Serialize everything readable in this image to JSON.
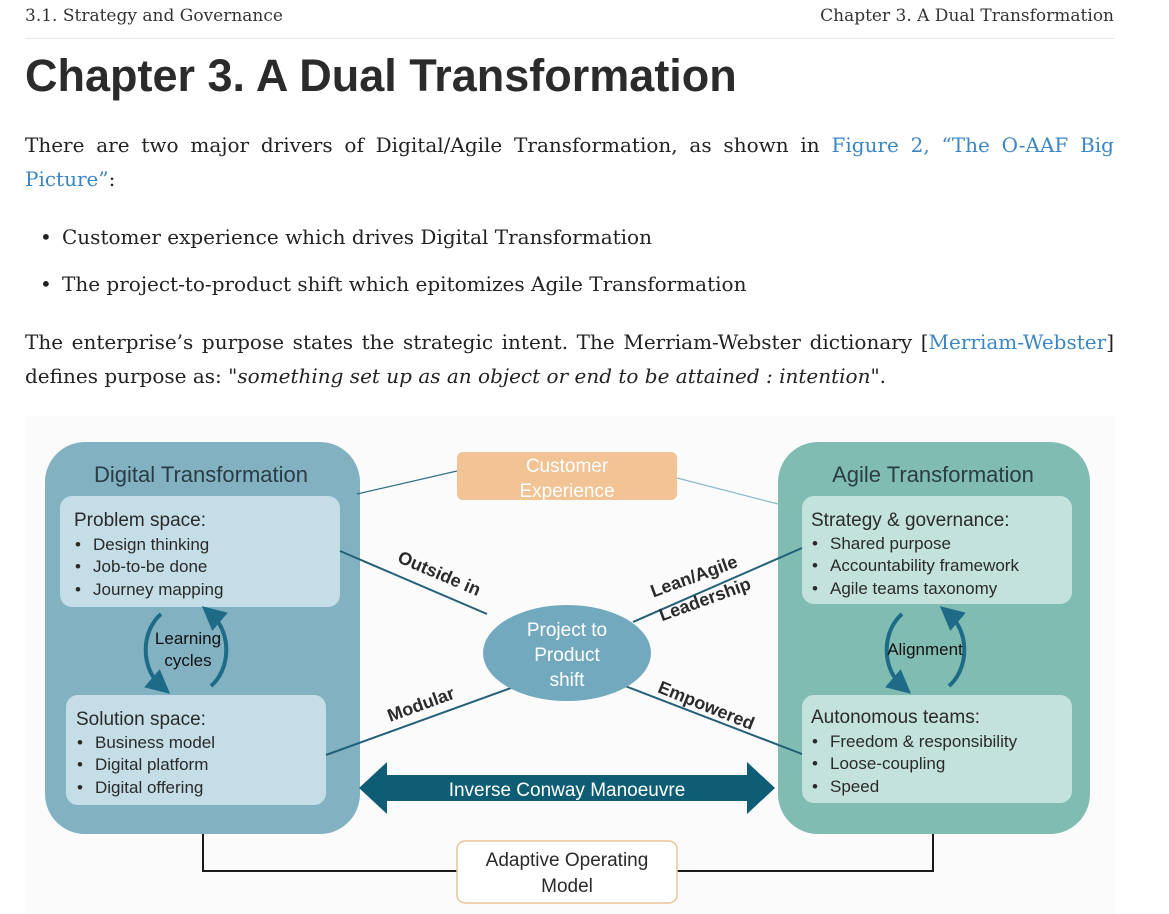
{
  "running_header": {
    "left": "3.1. Strategy and Governance",
    "right": "Chapter 3. A Dual Transformation"
  },
  "title": "Chapter 3. A Dual Transformation",
  "intro": {
    "before_link": "There are two major drivers of Digital/Agile Transformation, as shown in ",
    "link": "Figure 2, “The O-AAF Big Picture”",
    "after_link": ":"
  },
  "bullets": [
    "Customer experience which drives Digital Transformation",
    "The project-to-product shift which epitomizes Agile Transformation"
  ],
  "purpose": {
    "before_link": "The enterprise’s purpose states the strategic intent. The Merriam-Webster dictionary [",
    "link": "Merriam-Webster",
    "middle": "] defines purpose as: \"",
    "quote": "something set up as an object or end to be attained : intention",
    "end": "\"."
  },
  "figure": {
    "colors": {
      "digital_panel": "#82b1c2",
      "digital_box": "#c5dde6",
      "agile_panel": "#80bcb2",
      "agile_box": "#c4e2dc",
      "customer": "#f2c394",
      "center": "#72a9be",
      "line": "#22607a",
      "arrow": "#0e5d74",
      "model_border": "#e8c49a"
    },
    "digital": {
      "title": "Digital Transformation",
      "problem_title": "Problem space:",
      "problem_items": [
        "Design thinking",
        "Job-to-be done",
        "Journey mapping"
      ],
      "cycle_label": [
        "Learning",
        "cycles"
      ],
      "solution_title": "Solution space:",
      "solution_items": [
        "Business model",
        "Digital platform",
        "Digital offering"
      ]
    },
    "agile": {
      "title": "Agile Transformation",
      "strategy_title": "Strategy & governance:",
      "strategy_items": [
        "Shared purpose",
        "Accountability framework",
        "Agile teams taxonomy"
      ],
      "cycle_label": "Alignment",
      "teams_title": "Autonomous teams:",
      "teams_items": [
        "Freedom & responsibility",
        "Loose-coupling",
        "Speed"
      ]
    },
    "customer": [
      "Customer",
      "Experience"
    ],
    "center": [
      "Project to",
      "Product",
      "shift"
    ],
    "connectors": {
      "outside_in": "Outside in",
      "lean_agile": [
        "Lean/Agile",
        "Leadership"
      ],
      "modular": "Modular",
      "empowered": "Empowered"
    },
    "arrow_label": "Inverse Conway Manoeuvre",
    "model": [
      "Adaptive Operating",
      "Model"
    ]
  }
}
